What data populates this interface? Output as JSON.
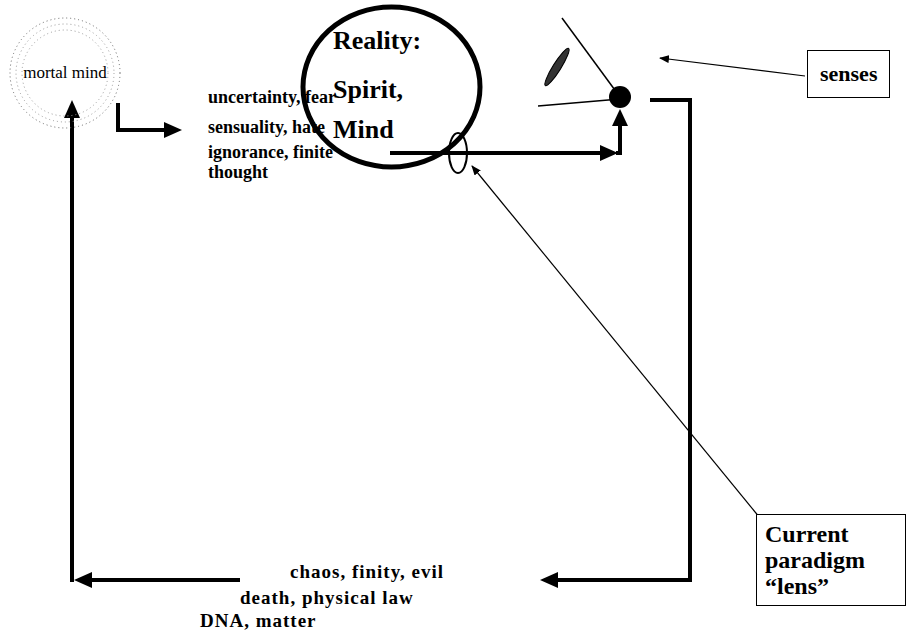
{
  "diagram": {
    "nodes": [
      {
        "text": [
          "Reality:",
          "Spirit, Mind"
        ]
      },
      {
        "text": [
          "mortal mind"
        ]
      },
      {
        "text": [
          "senses"
        ]
      },
      {
        "text": [
          "Current paradigm “lens”"
        ]
      }
    ],
    "labels": [
      "uncertainty, fear",
      "sensuality, hate",
      "ignorance, finite thought",
      "chaos, finity, evil",
      "death, physical law",
      "DNA, matter"
    ]
  }
}
